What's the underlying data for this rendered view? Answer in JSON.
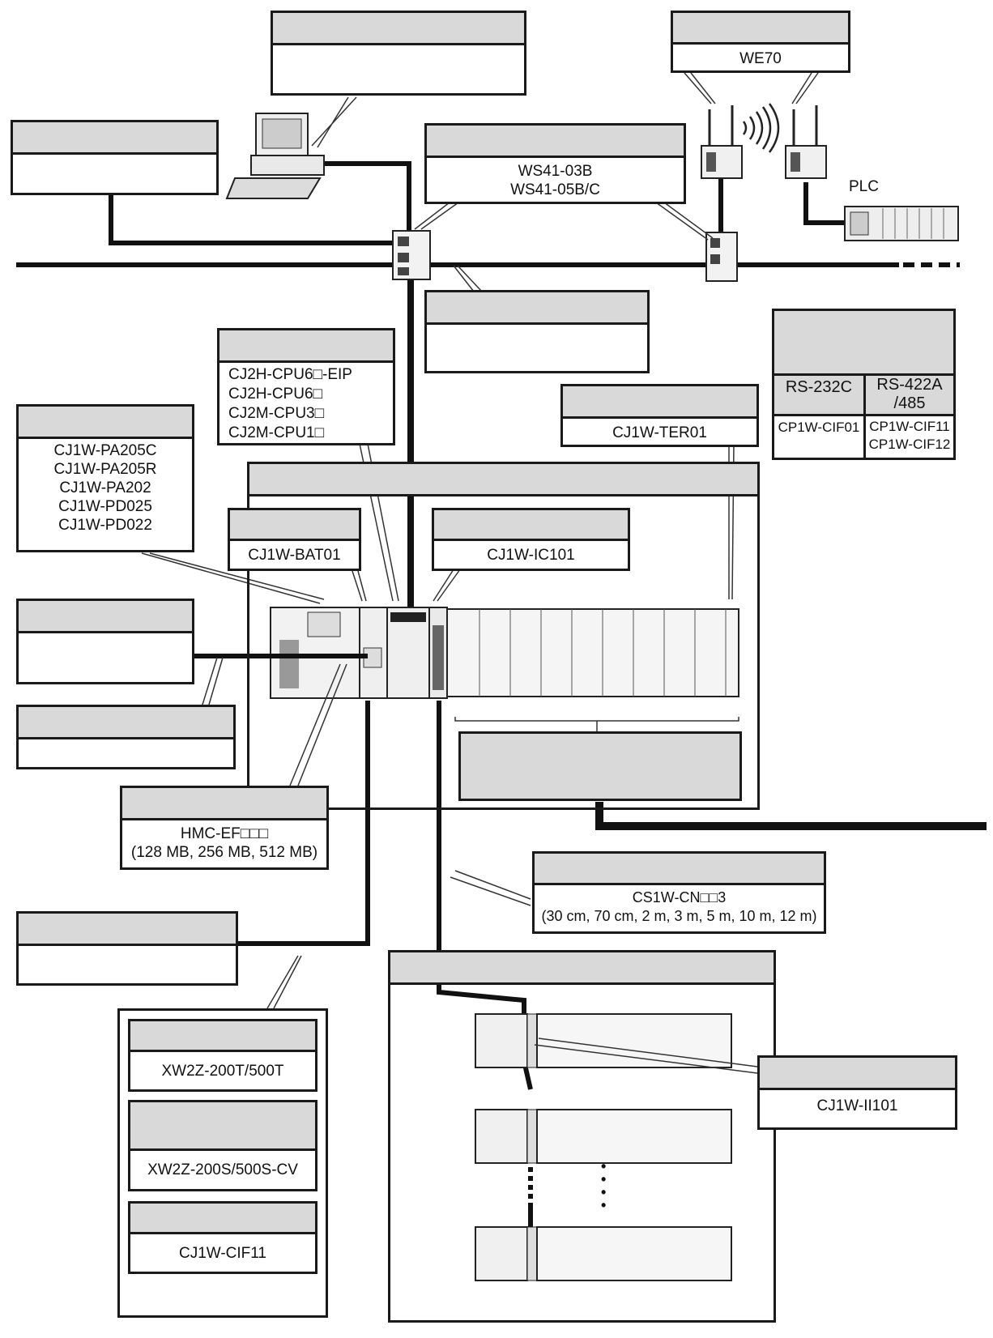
{
  "diagram": {
    "wireless": {
      "model": "WE70",
      "plc_label": "PLC"
    },
    "switch": {
      "models": [
        "WS41-03B",
        "WS41-05B/C"
      ]
    },
    "cpu": {
      "models": [
        "CJ2H-CPU6□-EIP",
        "CJ2H-CPU6□",
        "CJ2M-CPU3□",
        "CJ2M-CPU1□"
      ]
    },
    "power_supply": {
      "models": [
        "CJ1W-PA205C",
        "CJ1W-PA205R",
        "CJ1W-PA202",
        "CJ1W-PD025",
        "CJ1W-PD022"
      ]
    },
    "end_cover": {
      "model": "CJ1W-TER01"
    },
    "battery": {
      "model": "CJ1W-BAT01"
    },
    "interface_unit": {
      "model": "CJ1W-IC101"
    },
    "serial_table": {
      "col1_header": "RS-232C",
      "col2_header": "RS-422A\n/485",
      "col1_value": "CP1W-CIF01",
      "col2_values": [
        "CP1W-CIF11",
        "CP1W-CIF12"
      ]
    },
    "memory_card": {
      "model": "HMC-EF□□□",
      "sizes": "(128 MB, 256 MB, 512 MB)"
    },
    "cable": {
      "model": "CS1W-CN□□3",
      "lengths": "(30 cm, 70 cm, 2 m, 3 m, 5 m, 10 m, 12 m)"
    },
    "expansion": {
      "model": "CJ1W-II101"
    },
    "serial_options": [
      "XW2Z-200T/500T",
      "XW2Z-200S/500S-CV",
      "CJ1W-CIF11"
    ],
    "ellipsis": "•\n•\n•\n•"
  }
}
